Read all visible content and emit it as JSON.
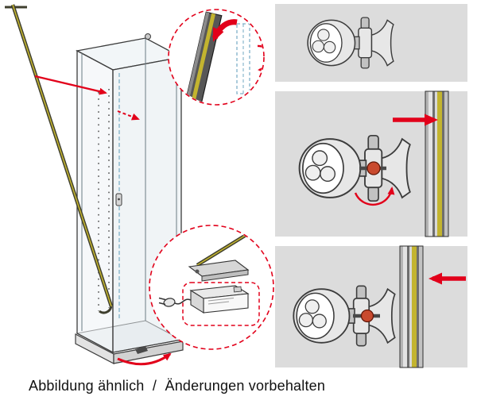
{
  "caption": "Abbildung ähnlich  /  Änderungen vorbehalten",
  "colors": {
    "accent_red": "#e2001a",
    "rail_yellow": "#c3b42f",
    "knob_red": "#c94a2e",
    "panel_gray": "#dcdcdc",
    "outline_dark": "#3c3c3c",
    "metal_light": "#e7e7e7",
    "metal_mid": "#c2c2c2",
    "metal_lighter": "#efefef",
    "glass_tint": "#eef3f6",
    "glass_side": "#e2eaee",
    "ghost_blue": "#7fb0c8"
  },
  "figures": {
    "main": "vitrine-with-profile-rod",
    "detail_top": "profile-rail-closeup",
    "detail_bottom": "converter-and-plug-closeup",
    "step_1": "spotlight-with-clamp",
    "step_2": "spotlight-pushed-onto-rail",
    "step_3": "spotlight-locked-on-rail"
  }
}
